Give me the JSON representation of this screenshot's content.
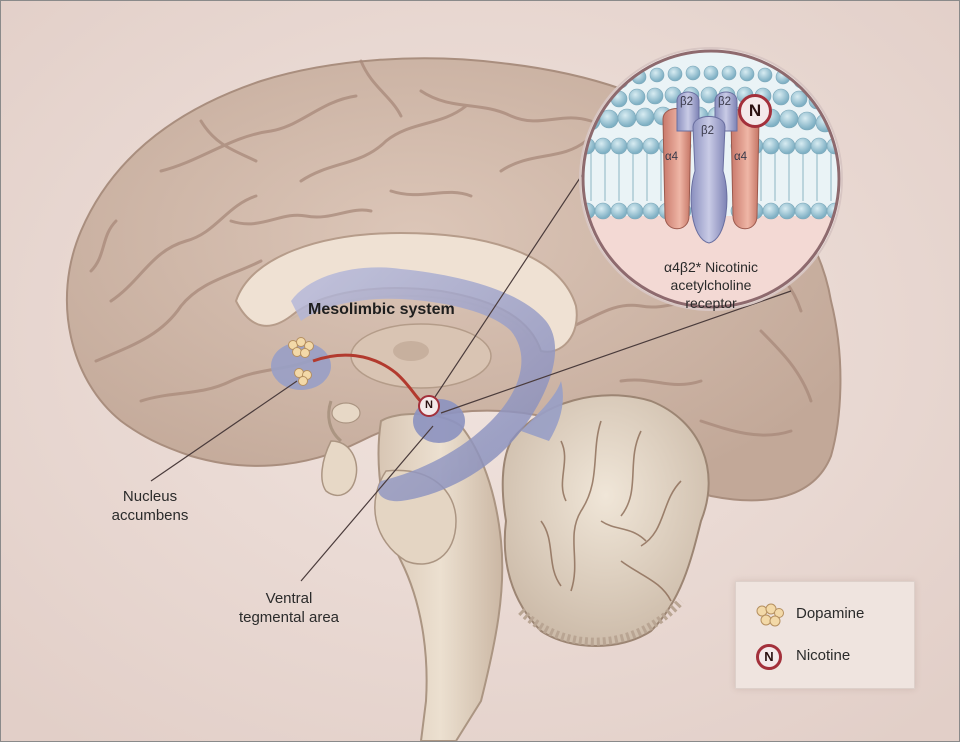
{
  "title": "Mesolimbic system",
  "receptor": {
    "caption": [
      "α4β2* Nicotinic",
      "acetylcholine",
      "receptor"
    ],
    "subunits": [
      "β2",
      "β2",
      "β2",
      "α4",
      "α4"
    ],
    "ligand": "N"
  },
  "labels": {
    "nucleus_accumbens": [
      "Nucleus",
      "accumbens"
    ],
    "vta": [
      "Ventral",
      "tegmental area"
    ]
  },
  "vta_marker": "N",
  "legend": {
    "items": [
      {
        "label": "Dopamine",
        "icon": "dopamine-cluster-icon"
      },
      {
        "label": "Nicotine",
        "icon": "N"
      }
    ]
  },
  "colors": {
    "background": "#eadbd6",
    "brain_tissue": "#cdb5a6",
    "mesolimbic_pathway": "#9aa0c6",
    "dopamine_axon": "#b23a2e",
    "nicotine_ring": "#a3303b"
  }
}
